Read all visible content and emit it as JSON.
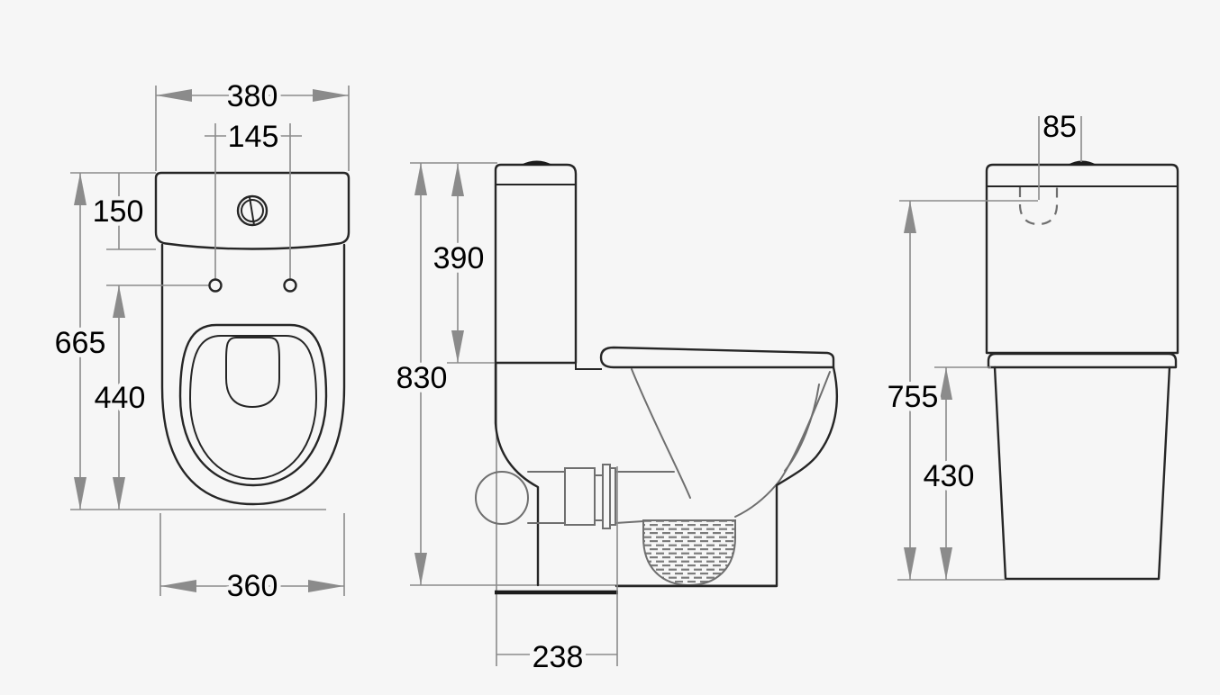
{
  "drawing": {
    "type": "toilet-dimension-drawing",
    "unit": "mm"
  },
  "colors": {
    "background": "#f6f6f6",
    "outline": "#262626",
    "dimension_gray": "#8b8b8b",
    "inner_gray": "#6f6f6f",
    "label_text": "#000000",
    "button_fill": "#1c1c1c"
  },
  "views": {
    "plan": {
      "dims": {
        "cistern_width": "380",
        "hinge_hole_spacing": "145",
        "cistern_depth": "150",
        "overall_depth": "665",
        "hinge_to_front": "440",
        "bowl_width": "360"
      }
    },
    "side": {
      "dims": {
        "cistern_height": "390",
        "overall_height": "830",
        "outlet_projection": "238"
      }
    },
    "front": {
      "dims": {
        "button_width": "85",
        "inlet_height": "755",
        "seat_height": "430"
      }
    }
  }
}
